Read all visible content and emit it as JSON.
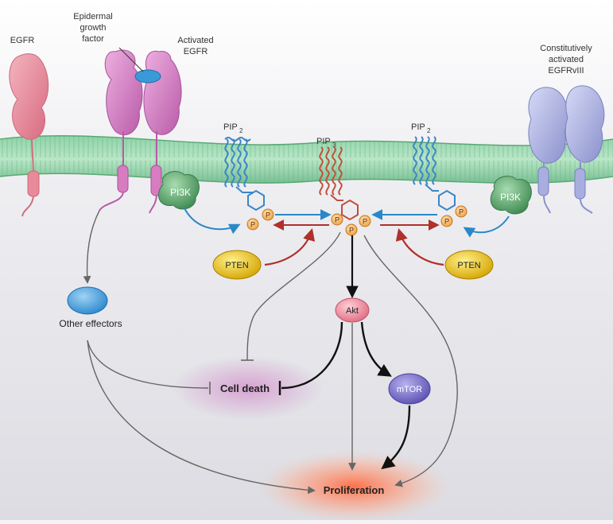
{
  "labels": {
    "egfr": "EGFR",
    "egf_line1": "Epidermal",
    "egf_line2": "growth",
    "egf_line3": "factor",
    "activated_line1": "Activated",
    "activated_line2": "EGFR",
    "const_line1": "Constitutively",
    "const_line2": "activated",
    "const_line3": "EGFRvIII",
    "pip2_left": "PIP",
    "pip2_left_sub": "2",
    "pip3": "PIP",
    "pip3_sub": "3",
    "pip2_right": "PIP",
    "pip2_right_sub": "2",
    "pi3k_left": "PI3K",
    "pi3k_right": "PI3K",
    "pten_left": "PTEN",
    "pten_right": "PTEN",
    "phosphate": "P",
    "other_effectors": "Other effectors",
    "akt": "Akt",
    "mtor": "mTOR",
    "cell_death": "Cell death",
    "proliferation": "Proliferation"
  },
  "colors": {
    "egfr_pink": "#e88a9a",
    "activated_magenta": "#d77cc0",
    "egfrviii_lavender": "#a9aee0",
    "membrane_green": "#7cc49a",
    "pip2_blue": "#3a86c8",
    "pip3_red": "#c0503c",
    "pi3k_green": "#5aa86a",
    "pten_yellow": "#e8c020",
    "effector_blue": "#3a9ad8",
    "akt_pink": "#ee8a9a",
    "mtor_purple": "#7a70c8",
    "arrow_blue": "#2a88c8",
    "arrow_red": "#b0302a",
    "cell_death_glow": "#d8a0d0",
    "proliferation_glow": "#ff7a50"
  }
}
